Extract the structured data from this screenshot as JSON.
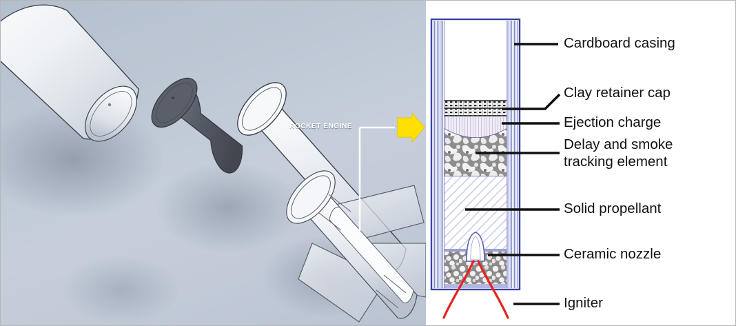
{
  "figure": {
    "domain": "technical-diagram",
    "left_panel": {
      "name": "exploded-rocket-cad-view",
      "callout_label": "ROCKET ENGINE",
      "background_color": "#bdc7d4",
      "arrow_color": "#ffe000",
      "parts": [
        {
          "name": "nose-cone",
          "shade": "light-gray-transparent"
        },
        {
          "name": "nose-cone-shoulder-disc",
          "shade": "dark-gray"
        },
        {
          "name": "body-tube",
          "shade": "light-gray-transparent"
        },
        {
          "name": "engine-mount-tube",
          "shade": "light-gray-transparent"
        },
        {
          "name": "fin-can-assembly",
          "shade": "light-gray-transparent"
        }
      ]
    },
    "right_panel": {
      "name": "rocket-engine-cross-section",
      "casing_border_color": "#3b43a0",
      "igniter_wire_color": "#e8221f",
      "labels": [
        {
          "id": "cardboard-casing",
          "text": "Cardboard casing"
        },
        {
          "id": "clay-retainer-cap",
          "text": "Clay retainer cap"
        },
        {
          "id": "ejection-charge",
          "text": "Ejection charge"
        },
        {
          "id": "delay-smoke-element",
          "text": "Delay and smoke tracking element",
          "line1": "Delay and smoke",
          "line2": "tracking element"
        },
        {
          "id": "solid-propellant",
          "text": "Solid propellant"
        },
        {
          "id": "ceramic-nozzle",
          "text": "Ceramic nozzle"
        },
        {
          "id": "igniter",
          "text": "Igniter"
        }
      ],
      "sections_top_to_bottom": [
        {
          "id": "empty-cavity",
          "label": null
        },
        {
          "id": "clay-retainer-cap",
          "label": "Clay retainer cap"
        },
        {
          "id": "ejection-charge",
          "label": "Ejection charge"
        },
        {
          "id": "delay-smoke-element",
          "label": "Delay and smoke tracking element"
        },
        {
          "id": "solid-propellant",
          "label": "Solid propellant"
        },
        {
          "id": "ceramic-nozzle",
          "label": "Ceramic nozzle"
        },
        {
          "id": "igniter",
          "label": "Igniter"
        }
      ]
    }
  }
}
